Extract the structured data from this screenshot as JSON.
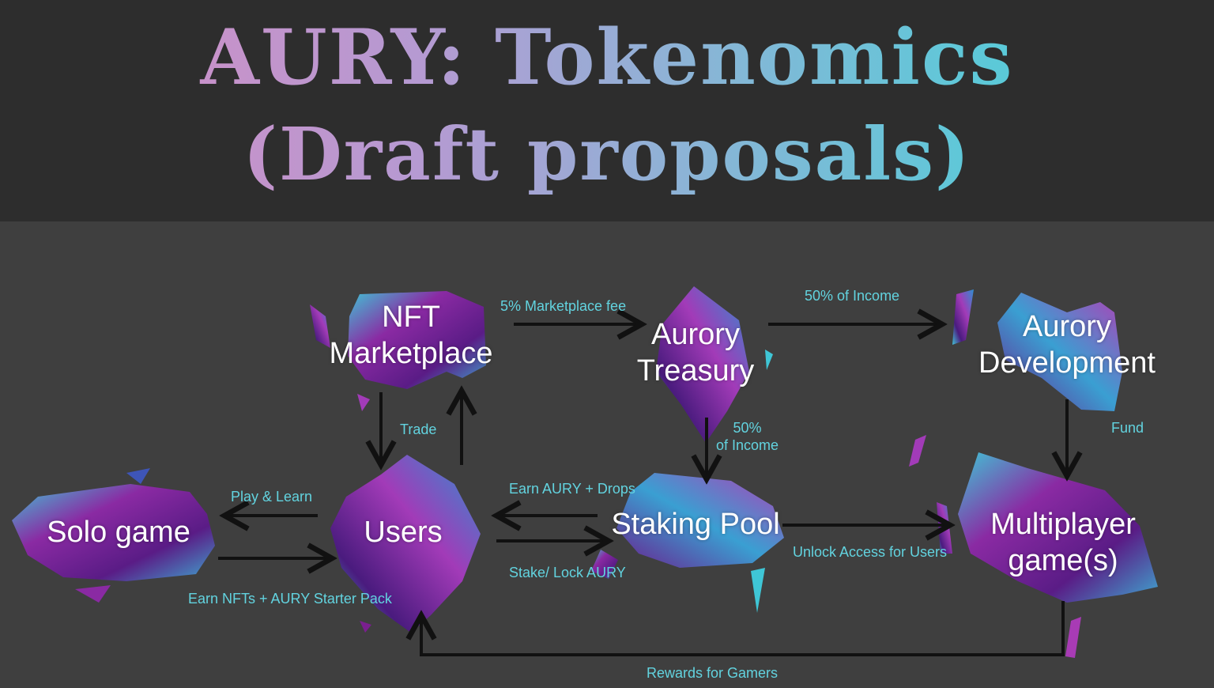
{
  "title": {
    "line1": "AURY: Tokenomics",
    "line2": "(Draft proposals)"
  },
  "nodes": {
    "nft_marketplace": {
      "line1": "NFT",
      "line2": "Marketplace"
    },
    "aurory_treasury": {
      "line1": "Aurory",
      "line2": "Treasury"
    },
    "aurory_development": {
      "line1": "Aurory",
      "line2": "Development"
    },
    "solo_game": {
      "label": "Solo game"
    },
    "users": {
      "label": "Users"
    },
    "staking_pool": {
      "label": "Staking Pool"
    },
    "multiplayer_games": {
      "line1": "Multiplayer",
      "line2": "game(s)"
    }
  },
  "edges": {
    "marketplace_fee": "5% Marketplace fee",
    "income_to_development": "50% of Income",
    "trade": "Trade",
    "income_to_staking_line1": "50%",
    "income_to_staking_line2": "of Income",
    "fund": "Fund",
    "play_learn": "Play & Learn",
    "earn_drops": "Earn AURY + Drops",
    "earn_starter": "Earn NFTs + AURY Starter Pack",
    "stake_lock": "Stake/ Lock AURY",
    "unlock_access": "Unlock Access for Users",
    "rewards": "Rewards for Gamers"
  },
  "colors": {
    "accent_text": "#62d3df",
    "purple": "#7a1f8f",
    "magenta": "#a83bb5",
    "cyan": "#3fc6d6",
    "blue": "#3e55b8"
  }
}
